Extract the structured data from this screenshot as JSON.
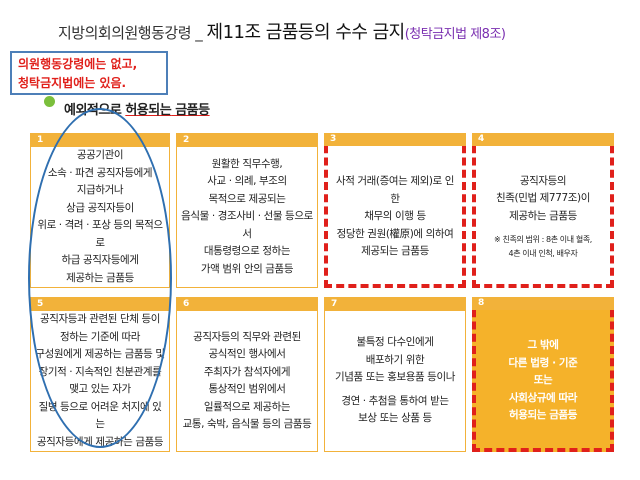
{
  "title": {
    "part1": "지방의회의원행동강령 _ ",
    "part2": "제11조 금품등의 수수 금지",
    "part3": "(청탁금지법 제8조)"
  },
  "note": {
    "line1": "의원행동강령에는 없고,",
    "line2": "청탁금지법에는 있음."
  },
  "subtitle": {
    "pre": "예외적으로 ",
    "mid": "허용되는",
    "post": " 금품등"
  },
  "cards": [
    {
      "num": "1",
      "lines": [
        "공공기관이",
        "소속 · 파견 공직자등에게",
        "지급하거나",
        "상급 공직자등이",
        "위로 · 격려 · 포상 등의 목적으로",
        "하급 공직자등에게",
        "제공하는 금품등"
      ]
    },
    {
      "num": "2",
      "lines": [
        "원활한 직무수행,",
        "사교 · 의례, 부조의",
        "목적으로 제공되는",
        "음식물 · 경조사비 · 선물 등으로서",
        "대통령령으로 정하는",
        "가액 범위 안의 금품등"
      ]
    },
    {
      "num": "3",
      "lines": [
        "사적 거래(증여는 제외)로 인한",
        "채무의 이행 등",
        "정당한 권원(權原)에 의하여",
        "제공되는 금품등"
      ]
    },
    {
      "num": "4",
      "lines": [
        "공직자등의",
        "친족(민법 제777조)이",
        "제공하는 금품등"
      ],
      "small": [
        "※ 친족의 범위 : 8촌 이내 혈족,",
        "4촌 이내 인척, 배우자"
      ]
    },
    {
      "num": "5",
      "lines": [
        "공직자등과 관련된 단체 등이",
        "정하는 기준에 따라",
        "구성원에게 제공하는 금품등 및",
        "장기적 · 지속적인 친분관계를",
        "맺고 있는 자가",
        "질병 등으로 어려운 처지에 있는",
        "공직자등에게 제공하는 금품등"
      ]
    },
    {
      "num": "6",
      "lines": [
        "공직자등의 직무와 관련된",
        "공식적인 행사에서",
        "주최자가 참석자에게",
        "통상적인 범위에서",
        "일률적으로 제공하는",
        "교통, 숙박, 음식물 등의 금품등"
      ]
    },
    {
      "num": "7",
      "lines": [
        "불특정 다수인에게",
        "배포하기 위한",
        "기념품 또는 홍보용품 등이나",
        "경연 · 추첨을 통하여 받는",
        "보상 또는 상품 등"
      ]
    },
    {
      "num": "8",
      "lines": [
        "그 밖에",
        "다른 법령 · 기준",
        "또는",
        "사회상규에 따라",
        "허용되는 금품등"
      ]
    }
  ],
  "colors": {
    "accent": "#f2b23a",
    "highlight_border": "#e0201b",
    "ellipse": "#2f6fb0",
    "card8_fill": "#f5b22a",
    "note_text": "#e0201b",
    "bullet": "#7bbf3c"
  }
}
